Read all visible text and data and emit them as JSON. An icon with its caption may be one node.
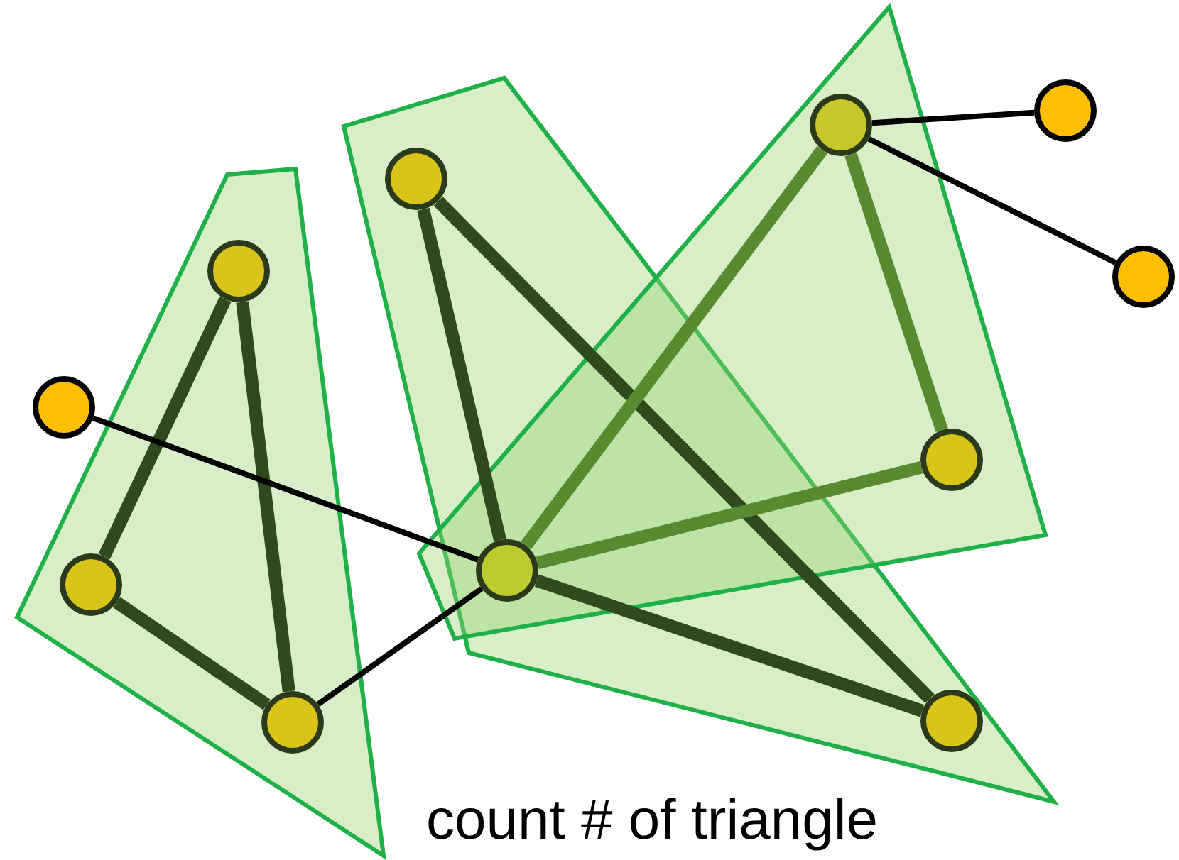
{
  "diagram": {
    "nodes": [
      {
        "text": [],
        "shape": "circle"
      },
      {
        "text": [],
        "shape": "circle"
      },
      {
        "text": [],
        "shape": "circle"
      },
      {
        "text": [],
        "shape": "circle"
      },
      {
        "text": [],
        "shape": "circle"
      },
      {
        "text": [],
        "shape": "circle"
      },
      {
        "text": [],
        "shape": "circle"
      },
      {
        "text": [],
        "shape": "circle"
      },
      {
        "text": [],
        "shape": "circle"
      },
      {
        "text": [],
        "shape": "circle"
      },
      {
        "text": [],
        "shape": "circle"
      }
    ],
    "edges": [
      {
        "from": 2,
        "to": 1,
        "arrow": "none"
      },
      {
        "from": 2,
        "to": 3,
        "arrow": "none"
      },
      {
        "from": 1,
        "to": 3,
        "arrow": "none"
      },
      {
        "from": 4,
        "to": 5,
        "arrow": "none"
      },
      {
        "from": 4,
        "to": 8,
        "arrow": "none"
      },
      {
        "from": 5,
        "to": 8,
        "arrow": "none"
      },
      {
        "from": 6,
        "to": 5,
        "arrow": "none",
        "color": "#5a8a30"
      },
      {
        "from": 6,
        "to": 7,
        "arrow": "none",
        "color": "#5a8a30"
      },
      {
        "from": 7,
        "to": 5,
        "arrow": "none",
        "color": "#5a8a30"
      },
      {
        "from": 0,
        "to": 5,
        "arrow": "none",
        "color": "#000000"
      },
      {
        "from": 3,
        "to": 5,
        "arrow": "none",
        "color": "#000000"
      },
      {
        "from": 6,
        "to": 9,
        "arrow": "none",
        "color": "#000000"
      },
      {
        "from": 6,
        "to": 10,
        "arrow": "none",
        "color": "#000000"
      }
    ],
    "labels": [
      "count # of triangle"
    ]
  }
}
